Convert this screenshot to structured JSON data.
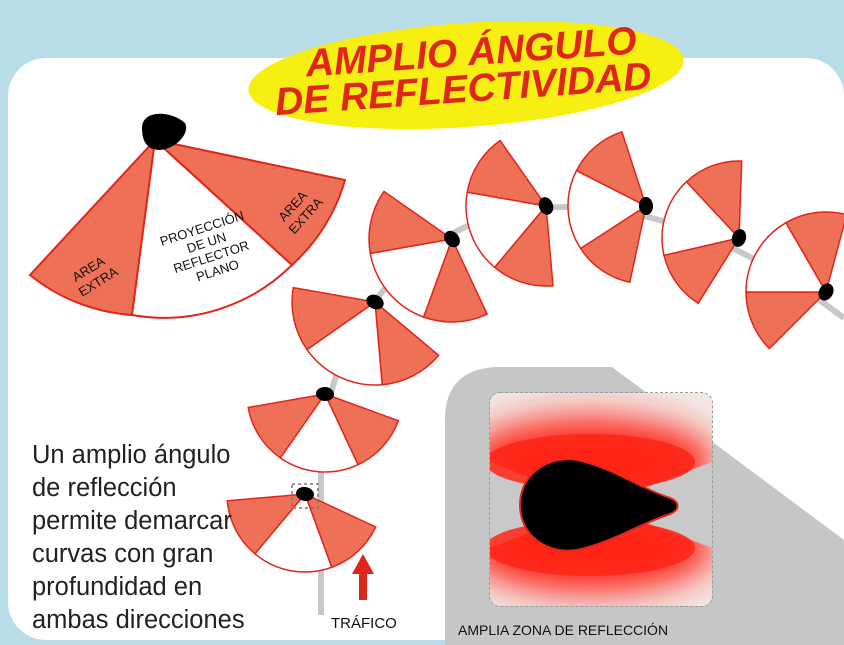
{
  "title": {
    "line1": "AMPLIO ÁNGULO",
    "line2": "DE REFLECTIVIDAD"
  },
  "fan_labels": {
    "area_extra_left": [
      "AREA",
      "EXTRA"
    ],
    "center": [
      "PROYECCIÓN",
      "DE UN",
      "REFLECTOR",
      "PLANO"
    ],
    "area_extra_right": [
      "AREA",
      "EXTRA"
    ]
  },
  "description": [
    "Un amplio ángulo",
    "de reflección",
    "permite demarcar",
    "curvas con gran",
    "profundidad en",
    "ambas direcciones"
  ],
  "traffic_label": "TRÁFICO",
  "zone_caption": "AMPLIA ZONA DE  REFLECCIÓN",
  "colors": {
    "background": "#b9dde6",
    "panel": "#ffffff",
    "fan_red": "#ee7157",
    "fan_edge": "#e0261b",
    "title_bubble": "#f7ee12",
    "title_text": "#e0261b",
    "road": "#c8c8c8",
    "arrow": "#e0261b",
    "reflector": "#000000"
  },
  "icons": [
    "reflector-icon",
    "traffic-arrow-icon"
  ]
}
